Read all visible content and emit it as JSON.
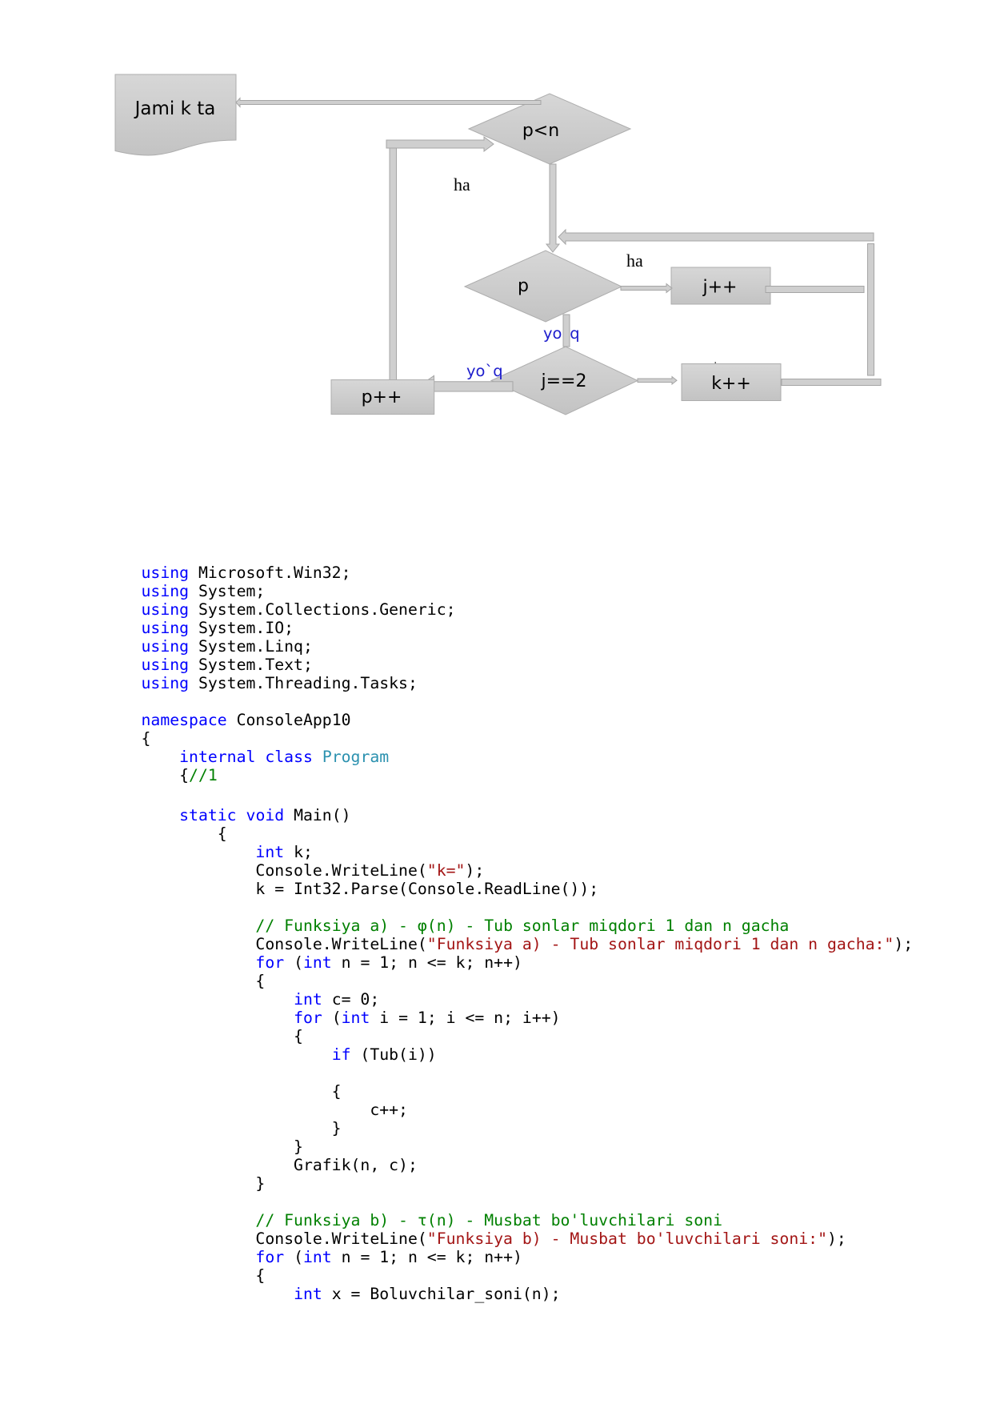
{
  "flowchart": {
    "nodes": [
      {
        "shape": "document",
        "label": "Jami k ta"
      },
      {
        "shape": "decision",
        "label": "p<n"
      },
      {
        "shape": "decision",
        "label": "p"
      },
      {
        "shape": "process",
        "label": "j++"
      },
      {
        "shape": "decision",
        "label": "j==2"
      },
      {
        "shape": "process",
        "label": "k++"
      },
      {
        "shape": "process",
        "label": "p++"
      }
    ],
    "edges": [
      {
        "from": "p<n",
        "to": "Jami k ta"
      },
      {
        "from": "p++",
        "to": "p<n"
      },
      {
        "from": "p<n",
        "to": "p",
        "label": "ha"
      },
      {
        "from": "p",
        "to": "j++",
        "label": "ha"
      },
      {
        "from": "j++",
        "to": "p"
      },
      {
        "from": "p",
        "to": "j==2",
        "label": "yo`q"
      },
      {
        "from": "j==2",
        "to": "k++"
      },
      {
        "from": "k++",
        "to": "p"
      },
      {
        "from": "j==2",
        "to": "p++",
        "label": "yo`q"
      }
    ],
    "edge_label_color": "#1c1ccc"
  },
  "code": {
    "syntax_colors": {
      "keyword": "#0000ff",
      "type": "#2b91af",
      "string": "#a31515",
      "comment": "#008000",
      "plain": "#000000"
    },
    "lines": [
      {
        "tokens": [
          {
            "type": "keyword",
            "text": "using"
          },
          {
            "type": "plain",
            "text": " Microsoft.Win32;"
          }
        ]
      },
      {
        "tokens": [
          {
            "type": "keyword",
            "text": "using"
          },
          {
            "type": "plain",
            "text": " System;"
          }
        ]
      },
      {
        "tokens": [
          {
            "type": "keyword",
            "text": "using"
          },
          {
            "type": "plain",
            "text": " System.Collections.Generic;"
          }
        ]
      },
      {
        "tokens": [
          {
            "type": "keyword",
            "text": "using"
          },
          {
            "type": "plain",
            "text": " System.IO;"
          }
        ]
      },
      {
        "tokens": [
          {
            "type": "keyword",
            "text": "using"
          },
          {
            "type": "plain",
            "text": " System.Linq;"
          }
        ]
      },
      {
        "tokens": [
          {
            "type": "keyword",
            "text": "using"
          },
          {
            "type": "plain",
            "text": " System.Text;"
          }
        ]
      },
      {
        "tokens": [
          {
            "type": "keyword",
            "text": "using"
          },
          {
            "type": "plain",
            "text": " System.Threading.Tasks;"
          }
        ]
      },
      {
        "tokens": []
      },
      {
        "tokens": [
          {
            "type": "keyword",
            "text": "namespace"
          },
          {
            "type": "plain",
            "text": " ConsoleApp10"
          }
        ]
      },
      {
        "tokens": [
          {
            "type": "plain",
            "text": "{"
          }
        ]
      },
      {
        "tokens": [
          {
            "type": "plain",
            "text": "    "
          },
          {
            "type": "keyword",
            "text": "internal"
          },
          {
            "type": "plain",
            "text": " "
          },
          {
            "type": "keyword",
            "text": "class"
          },
          {
            "type": "plain",
            "text": " "
          },
          {
            "type": "type",
            "text": "Program"
          }
        ]
      },
      {
        "tokens": [
          {
            "type": "plain",
            "text": "    {"
          },
          {
            "type": "comment",
            "text": "//1"
          }
        ]
      },
      {
        "tokens": []
      },
      {
        "tokens": [
          {
            "type": "plain",
            "text": "    "
          },
          {
            "type": "keyword",
            "text": "static"
          },
          {
            "type": "plain",
            "text": " "
          },
          {
            "type": "keyword",
            "text": "void"
          },
          {
            "type": "plain",
            "text": " Main()"
          }
        ]
      },
      {
        "tokens": [
          {
            "type": "plain",
            "text": "        {"
          }
        ]
      },
      {
        "tokens": [
          {
            "type": "plain",
            "text": "            "
          },
          {
            "type": "keyword",
            "text": "int"
          },
          {
            "type": "plain",
            "text": " k;"
          }
        ]
      },
      {
        "tokens": [
          {
            "type": "plain",
            "text": "            Console.WriteLine("
          },
          {
            "type": "string",
            "text": "\"k=\""
          },
          {
            "type": "plain",
            "text": ");"
          }
        ]
      },
      {
        "tokens": [
          {
            "type": "plain",
            "text": "            k = Int32.Parse(Console.ReadLine());"
          }
        ]
      },
      {
        "tokens": []
      },
      {
        "tokens": [
          {
            "type": "plain",
            "text": "            "
          },
          {
            "type": "comment",
            "text": "// Funksiya a) - φ(n) - Tub sonlar miqdori 1 dan n gacha"
          }
        ]
      },
      {
        "tokens": [
          {
            "type": "plain",
            "text": "            Console.WriteLine("
          },
          {
            "type": "string",
            "text": "\"Funksiya a) - Tub sonlar miqdori 1 dan n gacha:\""
          },
          {
            "type": "plain",
            "text": ");"
          }
        ]
      },
      {
        "tokens": [
          {
            "type": "plain",
            "text": "            "
          },
          {
            "type": "keyword",
            "text": "for"
          },
          {
            "type": "plain",
            "text": " ("
          },
          {
            "type": "keyword",
            "text": "int"
          },
          {
            "type": "plain",
            "text": " n = 1; n <= k; n++)"
          }
        ]
      },
      {
        "tokens": [
          {
            "type": "plain",
            "text": "            {"
          }
        ]
      },
      {
        "tokens": [
          {
            "type": "plain",
            "text": "                "
          },
          {
            "type": "keyword",
            "text": "int"
          },
          {
            "type": "plain",
            "text": " c= 0;"
          }
        ]
      },
      {
        "tokens": [
          {
            "type": "plain",
            "text": "                "
          },
          {
            "type": "keyword",
            "text": "for"
          },
          {
            "type": "plain",
            "text": " ("
          },
          {
            "type": "keyword",
            "text": "int"
          },
          {
            "type": "plain",
            "text": " i = 1; i <= n; i++)"
          }
        ]
      },
      {
        "tokens": [
          {
            "type": "plain",
            "text": "                {"
          }
        ]
      },
      {
        "tokens": [
          {
            "type": "plain",
            "text": "                    "
          },
          {
            "type": "keyword",
            "text": "if"
          },
          {
            "type": "plain",
            "text": " (Tub(i))"
          }
        ]
      },
      {
        "tokens": []
      },
      {
        "tokens": [
          {
            "type": "plain",
            "text": "                    {"
          }
        ]
      },
      {
        "tokens": [
          {
            "type": "plain",
            "text": "                        c++;"
          }
        ]
      },
      {
        "tokens": [
          {
            "type": "plain",
            "text": "                    }"
          }
        ]
      },
      {
        "tokens": [
          {
            "type": "plain",
            "text": "                }"
          }
        ]
      },
      {
        "tokens": [
          {
            "type": "plain",
            "text": "                Grafik(n, c);"
          }
        ]
      },
      {
        "tokens": [
          {
            "type": "plain",
            "text": "            }"
          }
        ]
      },
      {
        "tokens": []
      },
      {
        "tokens": [
          {
            "type": "plain",
            "text": "            "
          },
          {
            "type": "comment",
            "text": "// Funksiya b) - τ(n) - Musbat bo'luvchilari soni"
          }
        ]
      },
      {
        "tokens": [
          {
            "type": "plain",
            "text": "            Console.WriteLine("
          },
          {
            "type": "string",
            "text": "\"Funksiya b) - Musbat bo'luvchilari soni:\""
          },
          {
            "type": "plain",
            "text": ");"
          }
        ]
      },
      {
        "tokens": [
          {
            "type": "plain",
            "text": "            "
          },
          {
            "type": "keyword",
            "text": "for"
          },
          {
            "type": "plain",
            "text": " ("
          },
          {
            "type": "keyword",
            "text": "int"
          },
          {
            "type": "plain",
            "text": " n = 1; n <= k; n++)"
          }
        ]
      },
      {
        "tokens": [
          {
            "type": "plain",
            "text": "            {"
          }
        ]
      },
      {
        "tokens": [
          {
            "type": "plain",
            "text": "                "
          },
          {
            "type": "keyword",
            "text": "int"
          },
          {
            "type": "plain",
            "text": " x = Boluvchilar_soni(n);"
          }
        ]
      }
    ]
  }
}
